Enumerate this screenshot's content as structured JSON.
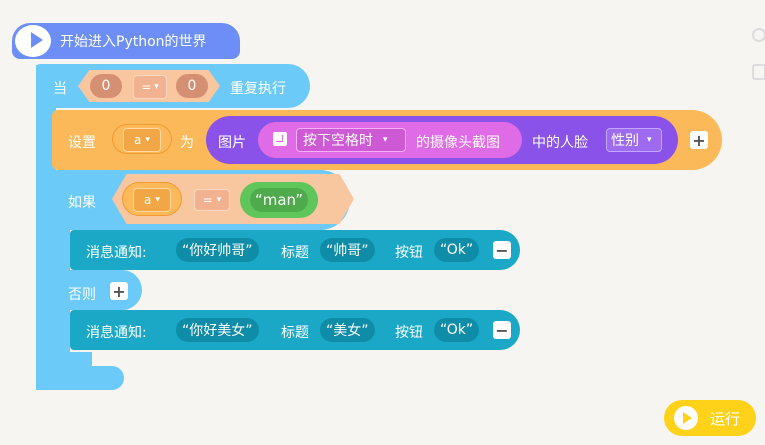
{
  "hat": {
    "label": "开始进入Python的世界",
    "icon": "play-icon"
  },
  "loop": {
    "label": "当",
    "cond_left": "0",
    "op": "=",
    "cond_right": "0",
    "suffix": "重复执行",
    "dd_arrow": "▾"
  },
  "set_block": {
    "label": "设置",
    "var": "a",
    "as_label": "为",
    "image_label": "图片",
    "camera_trigger": "按下空格时",
    "camera_suffix": "的摄像头截图",
    "face_label": "中的人脸",
    "attr": "性别",
    "plus": "+"
  },
  "if_block": {
    "label": "如果",
    "var": "a",
    "op": "=",
    "value": "“man”",
    "else_label": "否则",
    "plus": "+"
  },
  "notify_then": {
    "label": "消息通知:",
    "message": "“你好帅哥”",
    "title_label": "标题",
    "title": "“帅哥”",
    "button_label": "按钮",
    "button": "“Ok”",
    "minus": "−"
  },
  "notify_else": {
    "label": "消息通知:",
    "message": "“你好美女”",
    "title_label": "标题",
    "title": "“美女”",
    "button_label": "按钮",
    "button": "“Ok”",
    "minus": "−"
  },
  "run_button": {
    "label": "运行",
    "icon": "play-icon"
  },
  "colors": {
    "event": "#6c8ef6",
    "control": "#6ccaf8",
    "variable": "#fbb95a",
    "operator": "#f8c7a0",
    "ai": "#8a52e8",
    "camera": "#e06be6",
    "text": "#5ec65a",
    "notify": "#1aa8c6",
    "run": "#ffd21a"
  }
}
